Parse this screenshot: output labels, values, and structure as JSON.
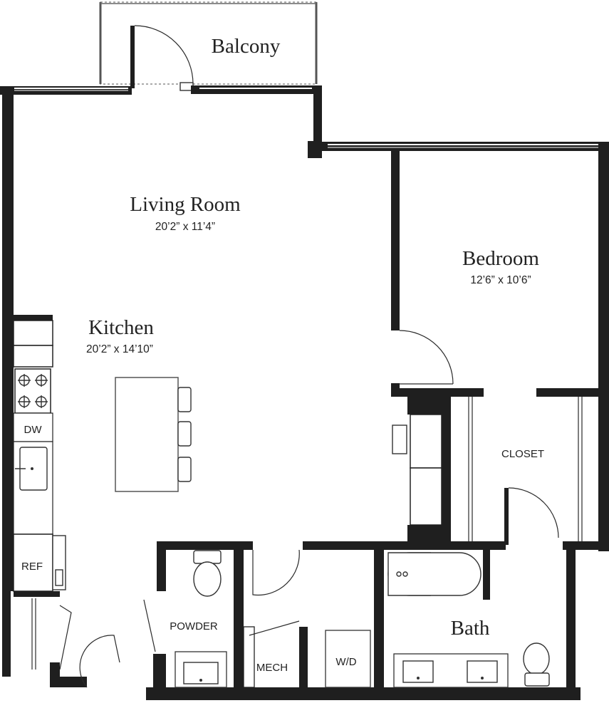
{
  "rooms": {
    "balcony": {
      "name": "Balcony"
    },
    "living_room": {
      "name": "Living Room",
      "dimensions": "20’2” x 11’4”"
    },
    "bedroom": {
      "name": "Bedroom",
      "dimensions": "12’6” x 10’6”"
    },
    "kitchen": {
      "name": "Kitchen",
      "dimensions": "20’2” x 14’10”"
    },
    "closet": {
      "name": "CLOSET"
    },
    "powder": {
      "name": "POWDER"
    },
    "mech": {
      "name": "MECH"
    },
    "bath": {
      "name": "Bath"
    }
  },
  "appliances": {
    "dishwasher": "DW",
    "refrigerator": "REF",
    "washer_dryer": "W/D"
  },
  "colors": {
    "wall": "#1f1f1f",
    "line": "#2a2a2a",
    "background": "#ffffff"
  }
}
